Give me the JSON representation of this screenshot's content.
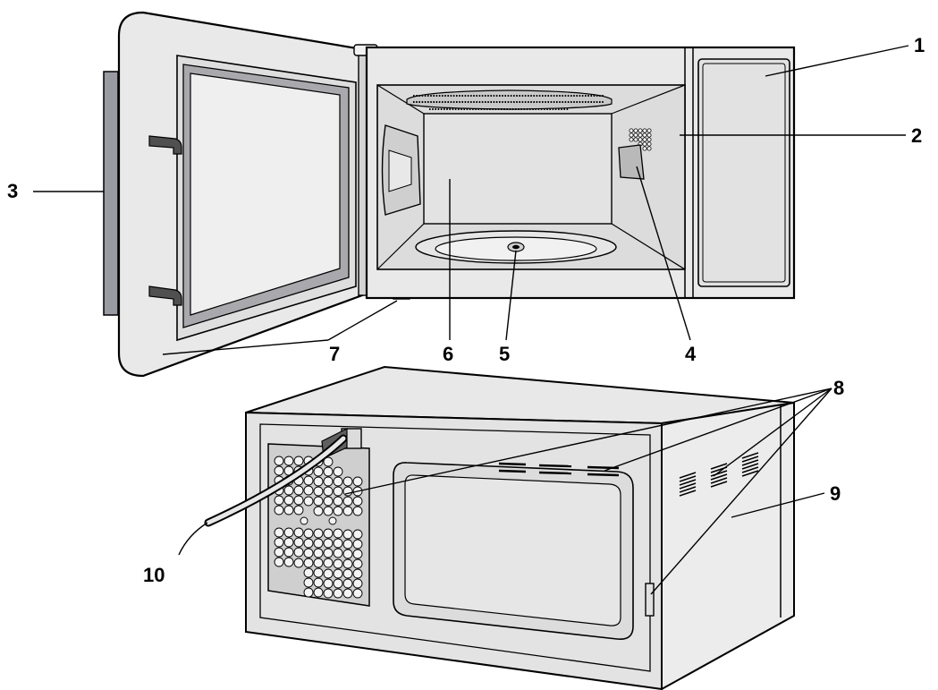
{
  "callouts": {
    "c1": "1",
    "c2": "2",
    "c3": "3",
    "c4": "4",
    "c5": "5",
    "c6": "6",
    "c7": "7",
    "c8": "8",
    "c9": "9",
    "c10": "10"
  },
  "colors": {
    "panel_fill": "#e9e9e9",
    "inner_fill": "#dcdcdc",
    "window_fill": "#d8d8d8",
    "seal_fill": "#9a9aa2",
    "outline": "#000000"
  }
}
